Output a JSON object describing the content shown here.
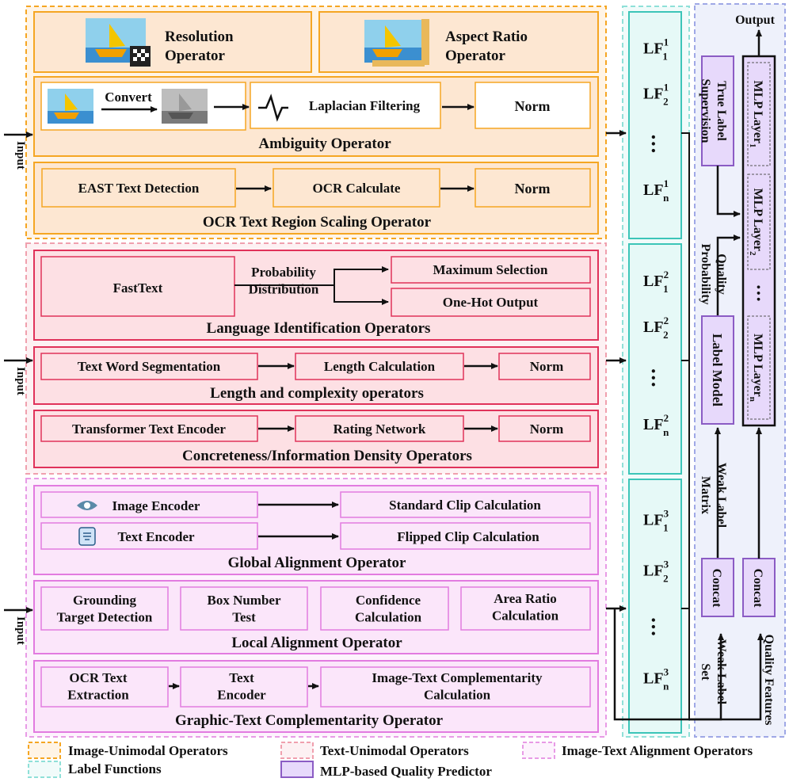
{
  "diagram": {
    "inputs": [
      "Input",
      "Input",
      "Input"
    ],
    "output": "Output",
    "image_unimodal": {
      "resolution": "Resolution\nOperator",
      "aspect_ratio": "Aspect Ratio\nOperator",
      "ambiguity": {
        "convert": "Convert",
        "laplacian": "Laplacian Filtering",
        "norm": "Norm",
        "title": "Ambiguity Operator"
      },
      "ocr_scaling": {
        "east": "EAST Text Detection",
        "ocr_calc": "OCR Calculate",
        "norm": "Norm",
        "title": "OCR Text Region Scaling Operator"
      }
    },
    "text_unimodal": {
      "language": {
        "fasttext": "FastText",
        "prob_dist": "Probability\nDistribution",
        "max_sel": "Maximum Selection",
        "onehot": "One-Hot Output",
        "title": "Language Identification Operators"
      },
      "length": {
        "seg": "Text Word Segmentation",
        "len_calc": "Length Calculation",
        "norm": "Norm",
        "title": "Length and complexity operators"
      },
      "concreteness": {
        "encoder": "Transformer Text Encoder",
        "rating": "Rating Network",
        "norm": "Norm",
        "title": "Concreteness/Information Density Operators"
      }
    },
    "alignment": {
      "global": {
        "img_enc": "Image Encoder",
        "txt_enc": "Text Encoder",
        "std_clip": "Standard Clip Calculation",
        "flip_clip": "Flipped Clip Calculation",
        "title": "Global Alignment Operator"
      },
      "local": {
        "grounding": "Grounding\nTarget Detection",
        "box_num": "Box Number\nTest",
        "confidence": "Confidence\nCalculation",
        "area_ratio": "Area Ratio\nCalculation",
        "title": "Local Alignment Operator"
      },
      "complementarity": {
        "ocr_extract": "OCR Text\nExtraction",
        "text_encoder": "Text\nEncoder",
        "complement_calc": "Image-Text Complementarity\nCalculation",
        "title": "Graphic-Text Complementarity Operator"
      }
    },
    "label_functions": {
      "groups": [
        {
          "items": [
            "LF",
            "LF",
            "LF"
          ],
          "subs": [
            "1",
            "2",
            "n"
          ],
          "sup": "1"
        },
        {
          "items": [
            "LF",
            "LF",
            "LF"
          ],
          "subs": [
            "1",
            "2",
            "n"
          ],
          "sup": "2"
        },
        {
          "items": [
            "LF",
            "LF",
            "LF"
          ],
          "subs": [
            "1",
            "2",
            "n"
          ],
          "sup": "3"
        }
      ],
      "dots": "● ● ●"
    },
    "predictor": {
      "true_label": "True Label\nSupervision",
      "quality_prob": "Quality\nProbability",
      "label_model": "Label Model",
      "weak_label_matrix": "Weak Label\nMatrix",
      "concat_left": "Concat",
      "concat_right": "Concat",
      "weak_label_set": "Weak Label\nSet",
      "quality_features": "Quality Features",
      "mlp_layers": [
        {
          "label": "MLP Layer",
          "sub": "1"
        },
        {
          "label": "MLP Layer",
          "sub": "2"
        },
        {
          "label": "MLP Layer",
          "sub": "n"
        }
      ],
      "mlp_dots": "● ● ●"
    },
    "legend": {
      "image_unimodal": "Image-Unimodal Operators",
      "text_unimodal": "Text-Unimodal Operators",
      "alignment": "Image-Text Alignment Operators",
      "label_functions": "Label Functions",
      "mlp": "MLP-based Quality Predictor"
    },
    "colors": {
      "orange": "#f5a623",
      "orange_fill": "#fde7d2",
      "red": "#e0325a",
      "red_fill": "#fde0e4",
      "pink": "#e27be0",
      "pink_fill": "#fbe6fa",
      "teal": "#3cc5b8",
      "teal_fill": "#e6f9f7",
      "purple": "#8b5cc4",
      "purple_fill": "#e7d9fb",
      "blue_fill": "#eef1fb"
    }
  }
}
